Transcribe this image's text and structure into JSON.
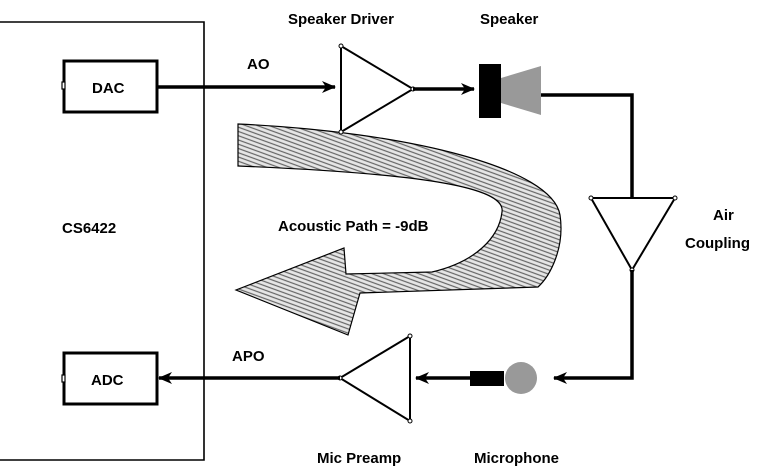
{
  "diagram": {
    "chip_label": "CS6422",
    "dac_label": "DAC",
    "adc_label": "ADC",
    "ao_label": "AO",
    "apo_label": "APO",
    "speaker_driver_label": "Speaker Driver",
    "speaker_label": "Speaker",
    "air_coupling_line1": "Air",
    "air_coupling_line2": "Coupling",
    "mic_preamp_label": "Mic Preamp",
    "microphone_label": "Microphone",
    "acoustic_path_label": "Acoustic Path = -9dB"
  },
  "colors": {
    "line": "#000000",
    "speaker_cone": "#999999",
    "microphone_head": "#999999",
    "hatch_line": "#555555"
  }
}
